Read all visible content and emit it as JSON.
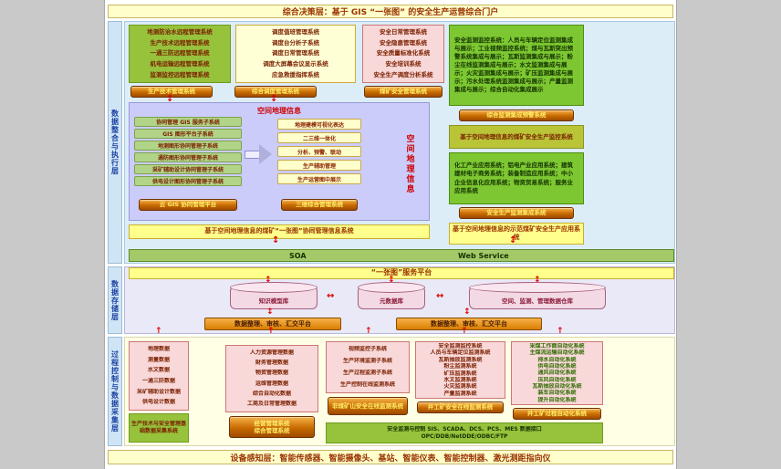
{
  "banners": {
    "top": "综合决策层：基于 GIS “一张图” 的安全生产运营综合门户",
    "bottom": "设备感知层：智能传感器、智能摄像头、基站、智能仪表、智能控制器、激光测距指向仪"
  },
  "layers": {
    "integration": "数据整合与执行层",
    "storage": "数据存储层",
    "process": "过程控制与数据采集层"
  },
  "remote": {
    "items": [
      "地测防治水远程管理系统",
      "生产技术远程管理系统",
      "一通三防远程管理系统",
      "机电运输远程管理系统",
      "监测监控远程管理系统"
    ],
    "btn_tech": "生产技术管理系统",
    "btn_dispatch": "综合调度管理系统"
  },
  "dispatch": {
    "items": [
      "调度值班管理系统",
      "调度台分析子系统",
      "调度日常管理系统",
      "调度大屏幕会议显示系统",
      "应急救援指挥系统"
    ]
  },
  "safety": {
    "items": [
      "安全日常管理系统",
      "安全隐患管理系统",
      "安全质量标准化系统",
      "安全培训系统",
      "安全生产调度分析系统"
    ],
    "btn": "煤矿安全管理系统"
  },
  "monitor": {
    "text": "安全监测监控系统：人员与车辆定位监测集成与展示；工业视频监控系统；煤与瓦斯突出预警系统集成与展示；瓦斯监测集成与展示；粉尘在线监测集成与展示；水文监测集成与展示；火灾监测集成与展示；矿压监测集成与展示；污水处理系统监测集成与展示；产量监测集成与展示；综合自动化集成展示",
    "btn": "综合监测集成预警系统",
    "result": "基于空间地理信息的煤矿安全生产监控系统"
  },
  "gis": {
    "title": "空间地理信息",
    "left_items": [
      "协同管理 GIS 服务子系统",
      "GIS 图形平台子系统",
      "地测图形协同管理子系统",
      "通防图形协同管理子系统",
      "采矿辅助设计协同管理子系统",
      "供电设计图形协同管理子系统"
    ],
    "left_btn": "云 GIS 协同管理平台",
    "right_items": [
      "地理建模可视化表达",
      "二三维一体化",
      "分析、预警、联动",
      "生产辅助管理",
      "生产运营图中展示"
    ],
    "right_btn": "三维综合管理系统",
    "side_label": "空间地理信息",
    "result": "基于空间地理信息的煤矿“一张图”协同管理信息系统"
  },
  "industry": {
    "text": "化工产业应用系统；铝电产业应用系统；建筑建材电子商务系统；装备制造应用系统；中小企业信息化应用系统；物资贸易系统；服务业应用系统",
    "btn": "安全生产监测集成系统",
    "result": "基于空间地理信息的示范煤矿安全生产应用系统"
  },
  "service_bus": {
    "soa": "SOA",
    "web_service": "Web Service",
    "platform": "“一张图”服务平台"
  },
  "storage": {
    "cylinders": [
      "知识模型库",
      "元数据库",
      "空间、监测、管理数据仓库"
    ],
    "exchange_left": "数据整理、审核、汇交平台",
    "exchange_right": "数据整理、审核、汇交平台"
  },
  "collect": {
    "geo": {
      "items": [
        "地理数据",
        "测量数据",
        "水文数据",
        "一通三防数据",
        "采矿辅助设计数据",
        "供电设计数据"
      ],
      "btn": "生产技术与安全管理基础数据采集系统"
    },
    "erp": {
      "items": [
        "人力资源管理数据",
        "财务管理数据",
        "物资管理数据",
        "运维管理数据",
        "综合自动化数据",
        "工商及日常管理数据"
      ],
      "btn_line1": "经营管理系统",
      "btn_line2": "综合管理系统"
    },
    "video": {
      "items": [
        "视频监控子系统",
        "生产环境监测子系统",
        "生产过程监测子系统",
        "生产控制在线监测系统"
      ],
      "btn": "非煤矿山安全在线监测系统"
    },
    "mine_safety": {
      "items": [
        "安全监测监控系统",
        "人员与车辆定位监测系统",
        "瓦斯抽放监测系统",
        "粉尘监测系统",
        "矿压监测系统",
        "水文监测系统",
        "火灾监测系统",
        "产量监测系统"
      ],
      "btn": "井工矿安全在线监测系统"
    },
    "automation": {
      "items": [
        "采煤工作面自动化系统",
        "主煤流运输自动化系统",
        "排水自动化系统",
        "供电自动化系统",
        "通风自动化系统",
        "压风自动化系统",
        "瓦斯抽放自动化系统",
        "装车自动化系统",
        "提升自动化系统"
      ],
      "btn": "井工矿过程自动化系统"
    },
    "interface": {
      "line1": "安全监测与控制 SIS、SCADA、DCS、PCS、MES 数据接口",
      "line2": "OPC/DDB/NetDDE/ODBC/FTP"
    }
  },
  "colors": {
    "accent_orange": "#c76a00",
    "panel_green": "#96c23c",
    "panel_pink": "#f8d8d8",
    "panel_lavender": "#ccccfa",
    "bar_yellow": "#ffff8c",
    "arrow_red": "#e00000"
  }
}
